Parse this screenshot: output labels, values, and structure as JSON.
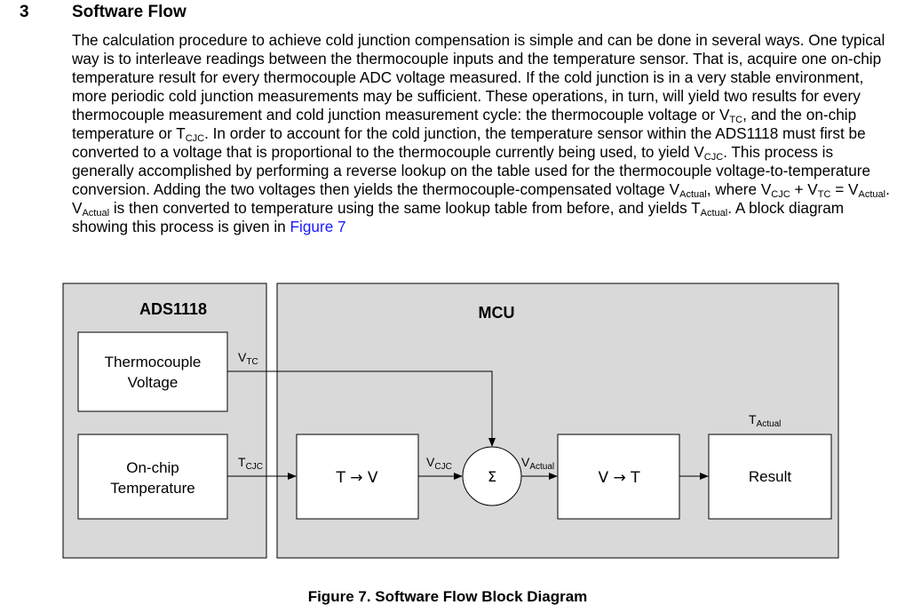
{
  "section": {
    "number": "3",
    "title": "Software Flow"
  },
  "paragraph": {
    "t1": "The calculation procedure to achieve cold junction compensation is simple and can be done in several ways. One typical way is to interleave readings between the thermocouple inputs and the temperature sensor. That is, acquire one on-chip temperature result for every thermocouple ADC voltage measured. If the cold junction is in a very stable environment, more periodic cold junction measurements may be sufficient. These operations, in turn, will yield two results for every thermocouple measurement and cold junction measurement cycle: the thermocouple voltage or V",
    "s1": "TC",
    "t2": ", and the on-chip temperature or T",
    "s2": "CJC",
    "t3": ". In order to account for the cold junction, the temperature sensor within the ADS1118 must first be converted to a voltage that is proportional to the thermocouple currently being used, to yield V",
    "s3": "CJC",
    "t4": ". This process is generally accomplished by performing a reverse lookup on the table used for the thermocouple voltage-to-temperature conversion. Adding the two voltages then yields the thermocouple-compensated voltage V",
    "s4": "Actual",
    "t5": ", where V",
    "s5": "CJC",
    "t6": " + V",
    "s6": "TC",
    "t7": " = V",
    "s7": "Actual",
    "t8": ". V",
    "s8": "Actual",
    "t9": " is then converted to temperature using the same lookup table from before, and yields T",
    "s9": "Actual",
    "t10": ". A block diagram showing this process is given in ",
    "link": "Figure 7"
  },
  "diagram": {
    "ads_label": "ADS1118",
    "mcu_label": "MCU",
    "thermocouple_line1": "Thermocouple",
    "thermocouple_line2": "Voltage",
    "onchip_line1": "On-chip",
    "onchip_line2": "Temperature",
    "t_to_v": "T → V",
    "sum_symbol": "Σ",
    "v_to_t": "V → T",
    "result": "Result",
    "vtc_main": "V",
    "vtc_sub": "TC",
    "tcjc_main": "T",
    "tcjc_sub": "CJC",
    "vcjc_main": "V",
    "vcjc_sub": "CJC",
    "vactual_main": "V",
    "vactual_sub": "Actual",
    "tactual_main": "T",
    "tactual_sub": "Actual",
    "colors": {
      "panel_fill": "#d9d9d9",
      "block_fill": "#ffffff",
      "stroke": "#000000"
    }
  },
  "caption": "Figure 7. Software Flow Block Diagram"
}
